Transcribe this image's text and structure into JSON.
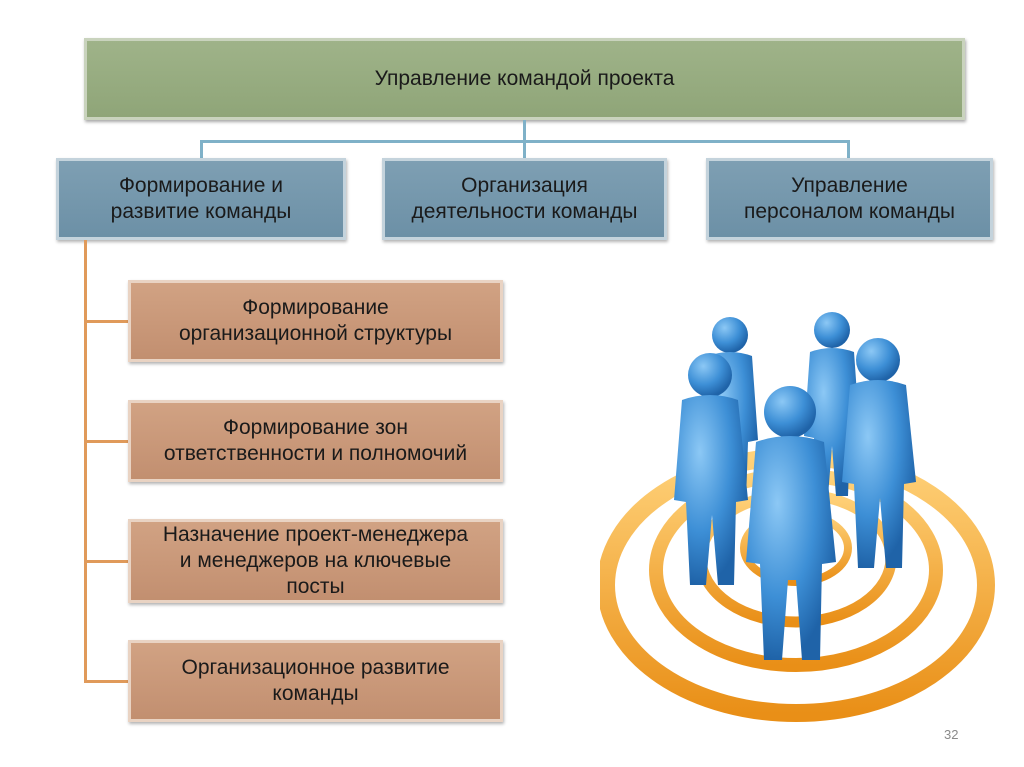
{
  "title": "Управление командой проекта",
  "columns": [
    {
      "line1": "Формирование и",
      "line2": "развитие команды"
    },
    {
      "line1": "Организация",
      "line2": "деятельности команды"
    },
    {
      "line1": "Управление",
      "line2": "персоналом команды"
    }
  ],
  "sub_items": [
    {
      "lines": [
        "Формирование",
        "организационной структуры"
      ]
    },
    {
      "lines": [
        "Формирование зон",
        "ответственности и полномочий"
      ]
    },
    {
      "lines": [
        "Назначение проект-менеджера",
        "и менеджеров на ключевые",
        "посты"
      ]
    },
    {
      "lines": [
        "Организационное развитие",
        "команды"
      ]
    }
  ],
  "page_number": "32",
  "colors": {
    "top_box": "#96ac80",
    "column_box": "#7597ac",
    "sub_box": "#c99878",
    "connector_blue": "#7fb1c8",
    "connector_orange": "#e09a5a",
    "figures": "#3d8fd6",
    "rings": "#f0a530"
  },
  "illustration": "team-figures-on-target-illustration"
}
